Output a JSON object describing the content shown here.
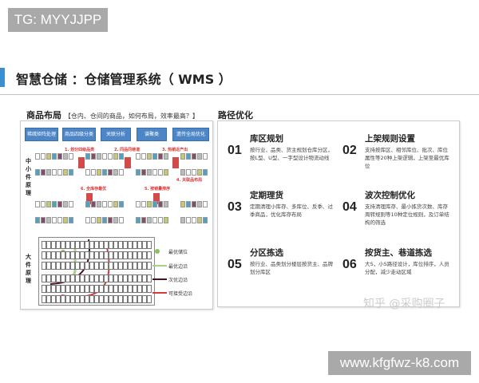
{
  "watermarks": {
    "top_left": "TG: MYYJJPP",
    "bottom_right": "www.kfgfwz-k8.com",
    "zhihu": "知乎 @采购圈子"
  },
  "header": {
    "title": "智慧仓储 ：仓储管理系统（ WMS ）",
    "accent_color": "#3a8fd0"
  },
  "left": {
    "title": "商品布局",
    "subtitle": "【仓内、仓间的商品，如何布局，效率最高？】",
    "buttons": [
      "稀疏矩阵处理",
      "商品四级分类",
      "关联分析",
      "谱聚类",
      "遗传全局优化"
    ],
    "steps": [
      "1. 划分四级品类",
      "2. 同品同巷道",
      "3. 热销近产出",
      "4. 关联品布局",
      "5. 按销量排序",
      "6. 全库存最优"
    ],
    "section_small": "中小件原理",
    "section_large": "大件原理",
    "legend": [
      {
        "label": "最优储位",
        "color": "#8fbf5a"
      },
      {
        "label": "最优边沿",
        "color": "#a8d08d"
      },
      {
        "label": "次优边沿",
        "color": "#4a1020"
      },
      {
        "label": "可接受边沿",
        "color": "#d23c3c"
      }
    ]
  },
  "right": {
    "title": "路径优化",
    "items": [
      {
        "num": "01",
        "title": "库区规划",
        "desc": "按行业、品类、货主规划仓库分区，按L型、U型、一字型设计物流动线"
      },
      {
        "num": "02",
        "title": "上架规则设置",
        "desc": "支持按库区、相邻库位、批次、库位属性等20种上架逻辑，上架至最优库位"
      },
      {
        "num": "03",
        "title": "定期理货",
        "desc": "定期清理小库存、多库位、反季、过季商品，优化库存布局"
      },
      {
        "num": "04",
        "title": "波次控制优化",
        "desc": "支持清理库存、最小拣货次数、库存周转规则等10种定位规则，及订单结构的筛选"
      },
      {
        "num": "05",
        "title": "分区拣选",
        "desc": "按行业、品类划分楼层按货主、品牌划分库区"
      },
      {
        "num": "06",
        "title": "按货主、巷道拣选",
        "desc": "大S，小S路径设计，库位排序，人员分配，减少走动区域"
      }
    ]
  }
}
